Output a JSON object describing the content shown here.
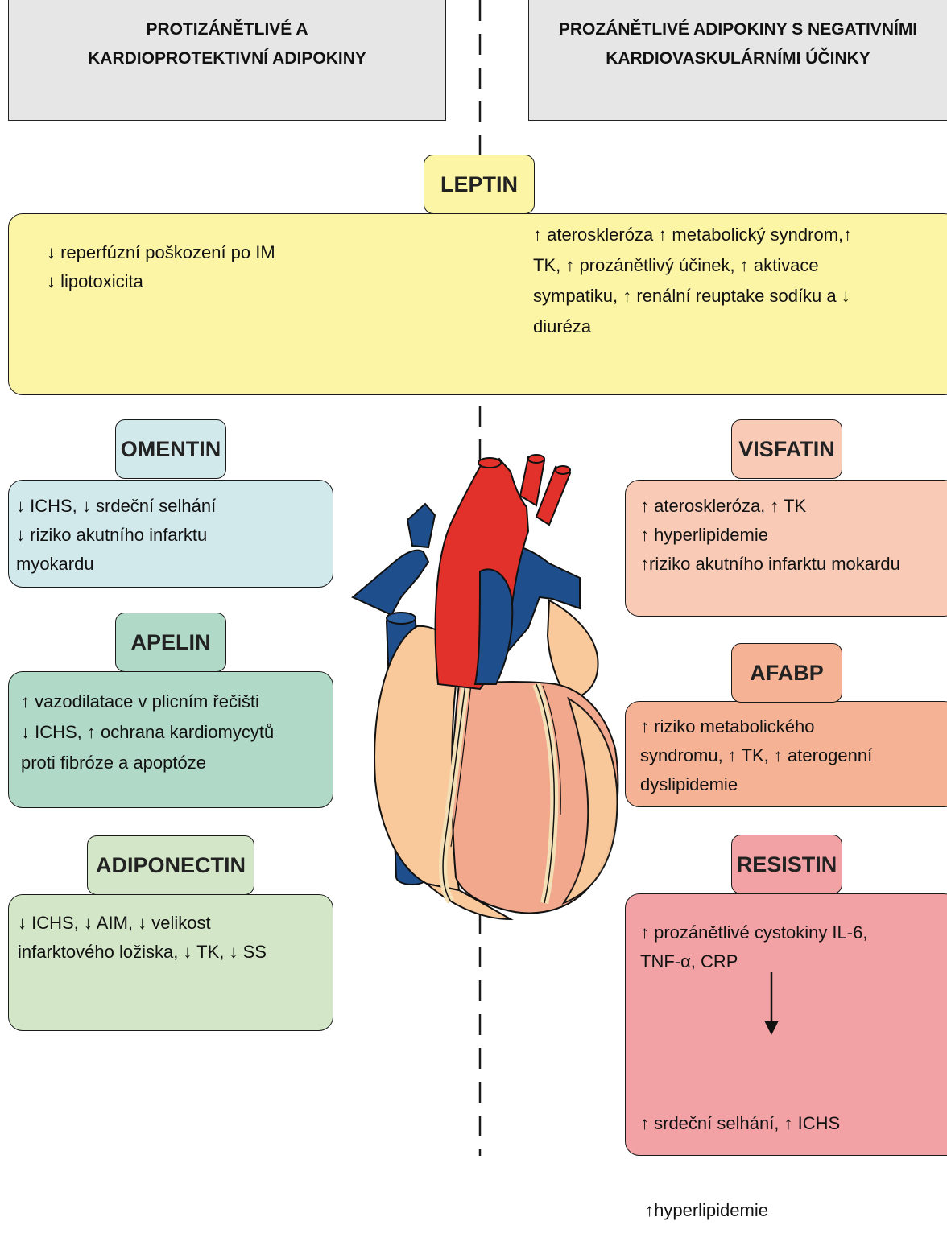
{
  "colors": {
    "header_bg": "#e6e6e6",
    "leptin": "#fdf5a6",
    "omentin": "#d2e9ec",
    "apelin": "#b1d9c7",
    "adiponectin": "#d3e7c8",
    "visfatin": "#f9cbb7",
    "afabp": "#f5b294",
    "resistin": "#f2a2a5",
    "aorta_red": "#e2302a",
    "vein_blue": "#1f4e8c",
    "atrium_peach": "#f9c99b",
    "ventricle_salmon": "#f2a88d"
  },
  "headers": {
    "left": {
      "line1": "PROTIZÁNĚTLIVÉ A",
      "line2": "KARDIOPROTEKTIVNÍ ADIPOKINY"
    },
    "right": {
      "line1": "PROZÁNĚTLIVÉ ADIPOKINY S NEGATIVNÍMI",
      "line2": "KARDIOVASKULÁRNÍMI ÚČINKY"
    }
  },
  "leptin": {
    "label": "LEPTIN",
    "left_lines": [
      "↓ reperfúzní poškození po IM",
      "↓ lipotoxicita"
    ],
    "right_lines": [
      "↑ ateroskleróza ↑ metabolický syndrom,↑",
      "TK, ↑ prozánětlivý účinek, ↑ aktivace",
      "sympatiku, ↑ renální reuptake sodíku a ↓",
      "diuréza"
    ]
  },
  "left_boxes": {
    "omentin": {
      "label": "OMENTIN",
      "lines": [
        "↓ ICHS, ↓ srdeční selhání",
        "↓ riziko akutního infarktu",
        "myokardu"
      ]
    },
    "apelin": {
      "label": "APELIN",
      "lines": [
        "↑ vazodilatace v plicním řečišti",
        "↓ ICHS, ↑ ochrana kardiomycytů",
        "proti fibróze a apoptóze"
      ]
    },
    "adiponectin": {
      "label": "ADIPONECTIN",
      "lines": [
        "↓ ICHS, ↓ AIM, ↓ velikost",
        "infarktového ložiska, ↓ TK, ↓ SS"
      ]
    }
  },
  "right_boxes": {
    "visfatin": {
      "label": "VISFATIN",
      "lines": [
        "↑ ateroskleróza, ↑ TK",
        "↑ hyperlipidemie",
        "↑riziko akutního infarktu mokardu"
      ]
    },
    "afabp": {
      "label": "AFABP",
      "lines": [
        "↑ riziko metabolického",
        "syndromu, ↑ TK, ↑ aterogenní",
        "dyslipidemie"
      ]
    },
    "resistin": {
      "label": "RESISTIN",
      "top_lines": [
        "↑ prozánětlivé cystokiny IL-6,",
        "TNF-α, CRP"
      ],
      "bottom_lines": [
        "↑ srdeční selhání, ↑ ICHS",
        " ↑hyperlipidemie"
      ]
    }
  }
}
